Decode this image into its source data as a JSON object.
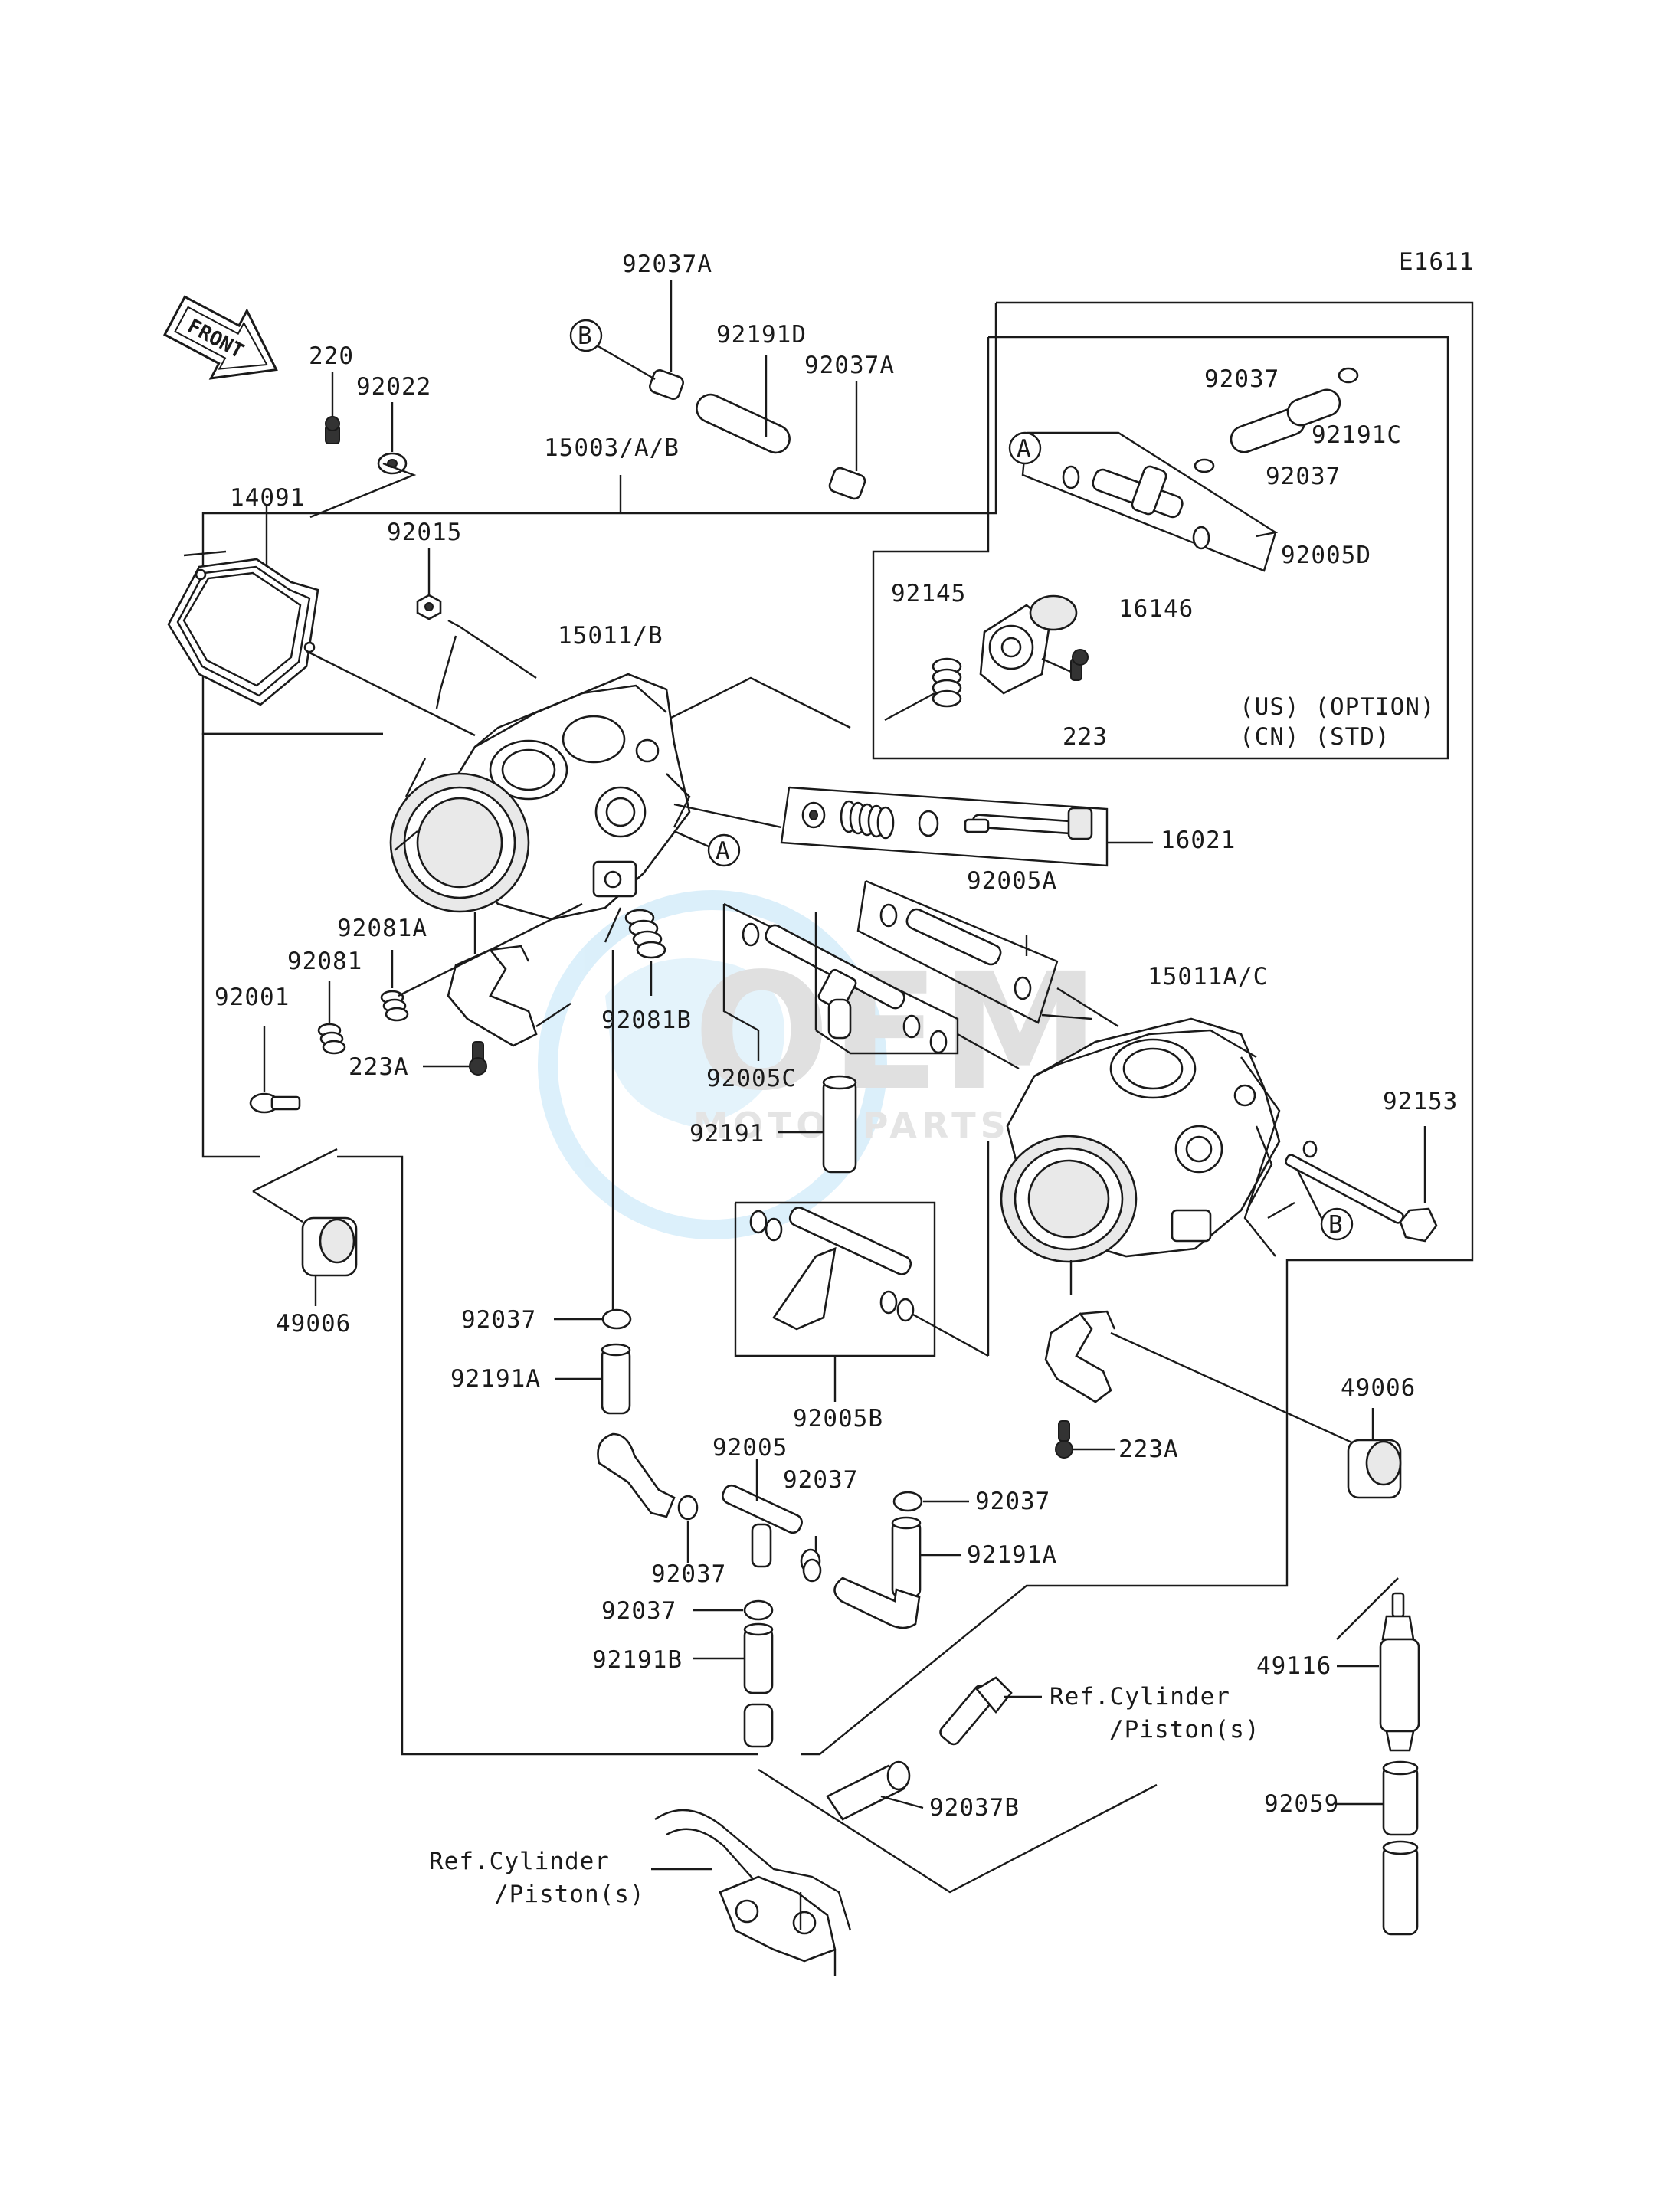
{
  "diagram_code": "E1611",
  "front_arrow_label": "FRONT",
  "watermark": {
    "main": "OEM",
    "sub": "MOTORPARTS"
  },
  "option_note": {
    "line1": "(US) (OPTION)",
    "line2": "(CN) (STD)"
  },
  "callouts": {
    "a": "A",
    "b": "B"
  },
  "labels": {
    "p92037A_top": "92037A",
    "p92191D": "92191D",
    "p92037A_2": "92037A",
    "p220": "220",
    "p92022": "92022",
    "p15003": "15003/A/B",
    "p14091": "14091",
    "p92015": "92015",
    "p15011B": "15011/B",
    "p92037_a": "92037",
    "p92191C": "92191C",
    "p92037_b": "92037",
    "p92005D": "92005D",
    "p92145": "92145",
    "p16146": "16146",
    "p223": "223",
    "p16021": "16021",
    "p92005A": "92005A",
    "p92081A": "92081A",
    "p92081": "92081",
    "p92001": "92001",
    "p92081B": "92081B",
    "p15011AC": "15011A/C",
    "p223A_1": "223A",
    "p92005C": "92005C",
    "p92191": "92191",
    "p92153": "92153",
    "p49006_1": "49006",
    "p92005B": "92005B",
    "p49006_2": "49006",
    "p92037_c": "92037",
    "p92191A_1": "92191A",
    "p223A_2": "223A",
    "p92005": "92005",
    "p92037_d": "92037",
    "p92037_e": "92037",
    "p92037_f": "92037",
    "p92191A_2": "92191A",
    "p92037_g": "92037",
    "p92191B": "92191B",
    "p49116": "49116",
    "p92037B": "92037B",
    "p92059": "92059",
    "ref1_line1": "Ref.Cylinder",
    "ref1_line2": "/Piston(s)",
    "ref2_line1": "Ref.Cylinder",
    "ref2_line2": "/Piston(s)"
  }
}
